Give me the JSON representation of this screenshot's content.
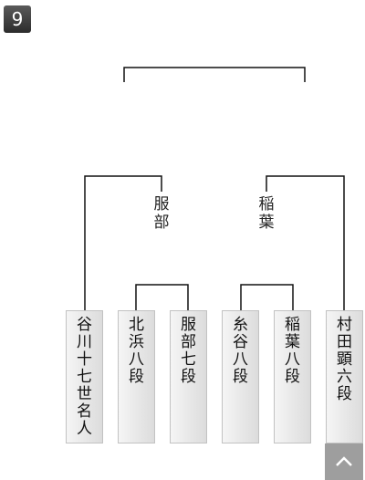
{
  "round_badge": "9",
  "bracket": {
    "semifinal_winners": [
      {
        "id": "left",
        "name": "服部"
      },
      {
        "id": "right",
        "name": "稲葉"
      }
    ],
    "players": [
      {
        "id": "p1",
        "name": "谷川十七世名人"
      },
      {
        "id": "p2",
        "name": "北浜八段"
      },
      {
        "id": "p3",
        "name": "服部七段"
      },
      {
        "id": "p4",
        "name": "糸谷八段"
      },
      {
        "id": "p5",
        "name": "稲葉八段"
      },
      {
        "id": "p6",
        "name": "村田顕六段"
      }
    ]
  },
  "scroll_top_icon": "chevron-up-icon"
}
